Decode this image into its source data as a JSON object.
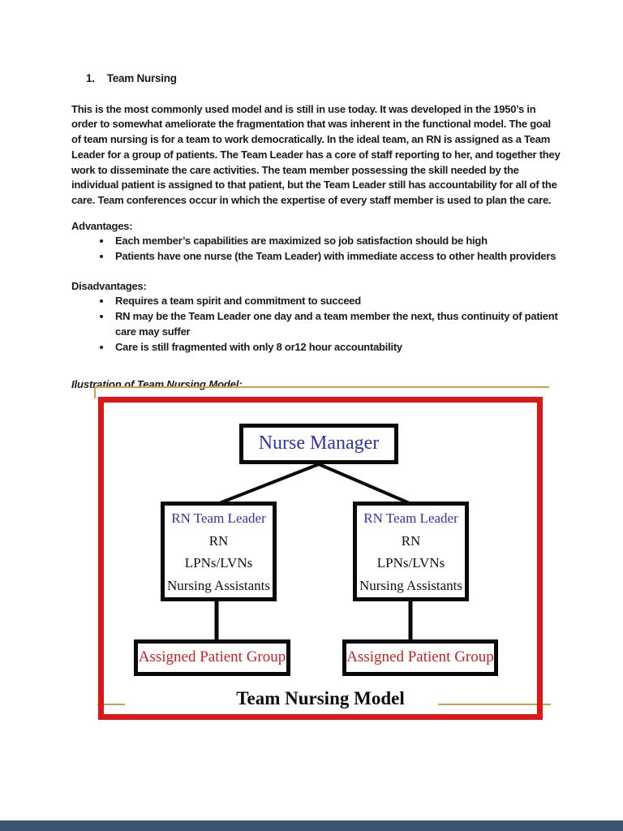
{
  "content": {
    "heading_number": "1.",
    "heading_title": "Team Nursing",
    "paragraph": "This is the most commonly used model and is still in use today. It was developed in the 1950’s in order to somewhat ameliorate the fragmentation that was inherent in the functional model. The goal of team nursing is for a team to work democratically. In the ideal team, an RN is assigned as a Team Leader for a group of patients. The Team Leader has a core of staff reporting to her, and together they work to disseminate the care activities. The team member possessing the skill needed by the individual patient is assigned to that patient, but the Team Leader still has accountability for all of the care. Team conferences occur in which the expertise of every staff member is used to plan the care.",
    "advantages_heading": "Advantages:",
    "advantages": [
      "Each member’s capabilities are maximized so job satisfaction should be high",
      "Patients have one nurse (the Team Leader) with immediate access to other health providers"
    ],
    "disadvantages_heading": "Disadvantages:",
    "disadvantages": [
      "Requires a team spirit and commitment to succeed",
      "RN may be the Team Leader one day and a team member the next, thus continuity of patient care may suffer",
      "Care is still fragmented with only 8 or12 hour accountability"
    ],
    "illustration_caption": "Ilustration of Team Nursing Model:"
  },
  "diagram": {
    "title": "Team Nursing Model",
    "nurse_manager_label": "Nurse Manager",
    "team_leaders": [
      {
        "title": "RN Team Leader",
        "members": [
          "RN",
          "LPNs/LVNs",
          "Nursing Assistants"
        ]
      },
      {
        "title": "RN Team Leader",
        "members": [
          "RN",
          "LPNs/LVNs",
          "Nursing Assistants"
        ]
      }
    ],
    "patient_groups": [
      "Assigned Patient Group",
      "Assigned Patient Group"
    ],
    "colors": {
      "frame_red": "#e01515",
      "frame_tan": "#c9a24a",
      "manager_blue": "#3131b4",
      "leader_blue": "#3232b4",
      "patient_red": "#cf2020",
      "page_break_blue": "#3d5472"
    }
  }
}
